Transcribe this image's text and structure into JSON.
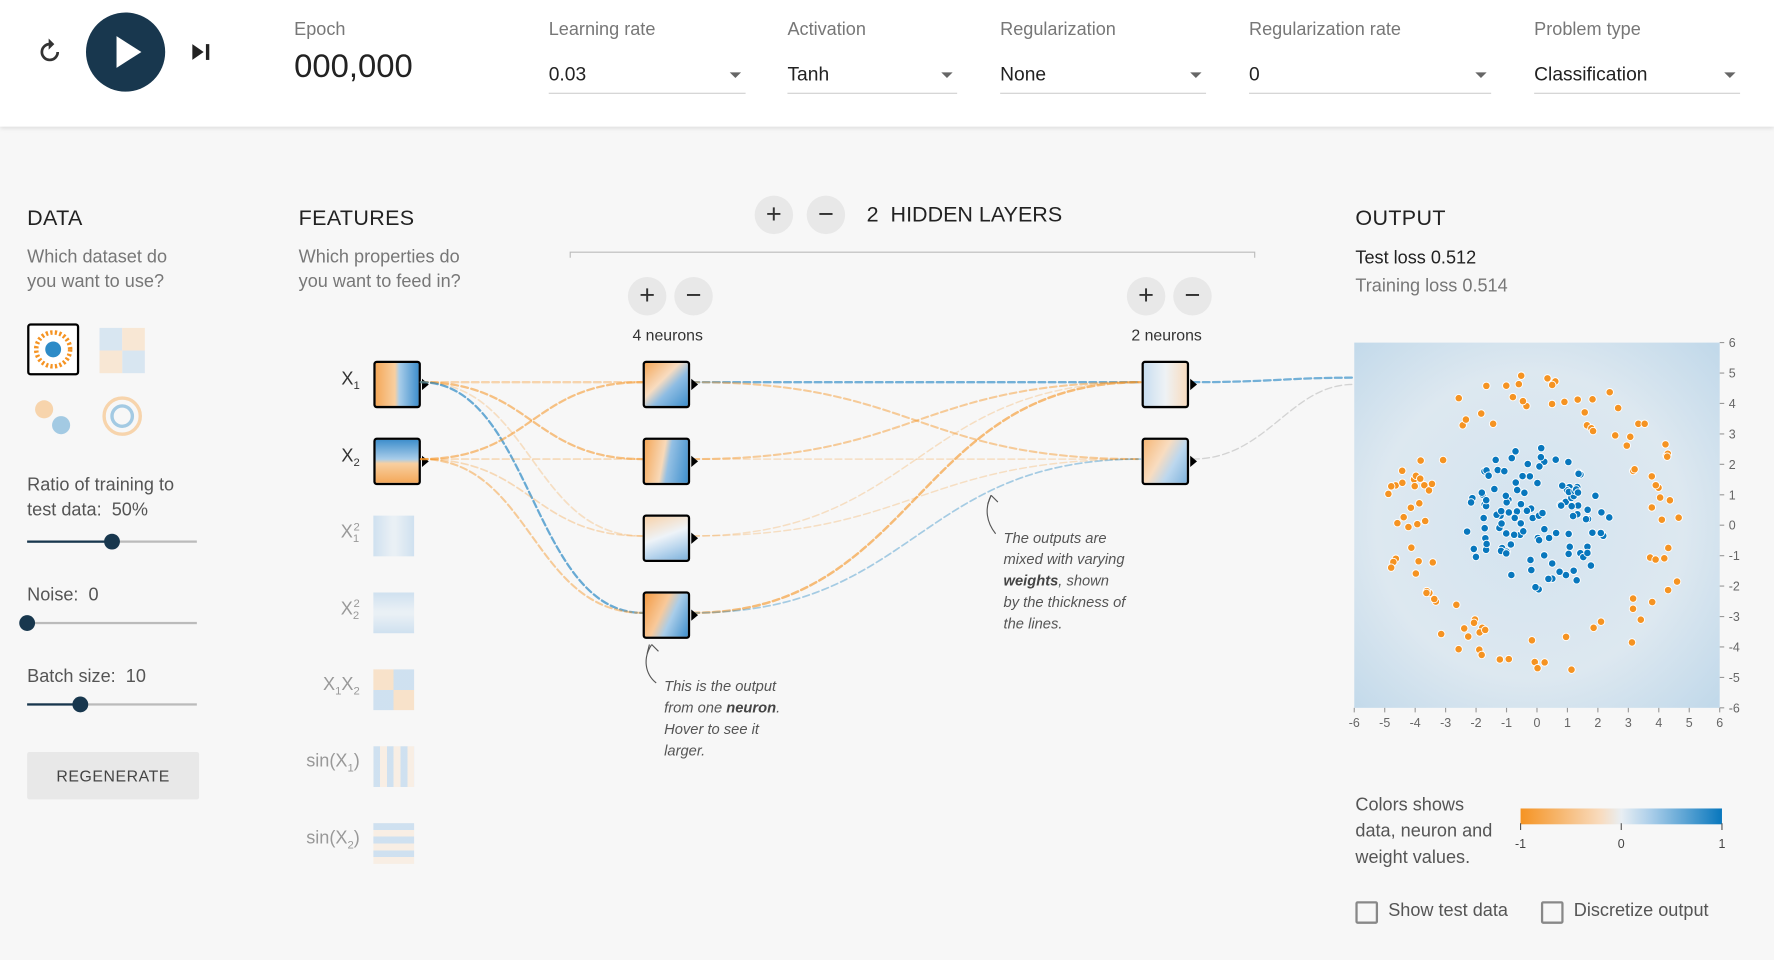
{
  "toolbar": {
    "epoch_label": "Epoch",
    "epoch_value": "000,000",
    "learning_rate_label": "Learning rate",
    "learning_rate_value": "0.03",
    "activation_label": "Activation",
    "activation_value": "Tanh",
    "regularization_label": "Regularization",
    "regularization_value": "None",
    "regularization_rate_label": "Regularization rate",
    "regularization_rate_value": "0",
    "problem_type_label": "Problem type",
    "problem_type_value": "Classification"
  },
  "data_panel": {
    "title": "DATA",
    "subtitle_line1": "Which dataset do",
    "subtitle_line2": "you want to use?",
    "ratio_line1": "Ratio of training to",
    "ratio_line2": "test data:",
    "ratio_value": "50%",
    "ratio_fraction": 0.5,
    "noise_label": "Noise:",
    "noise_value": "0",
    "noise_fraction": 0.0,
    "batch_label": "Batch size:",
    "batch_value": "10",
    "batch_fraction": 0.31,
    "regenerate_label": "REGENERATE"
  },
  "features_panel": {
    "title": "FEATURES",
    "subtitle_line1": "Which properties do",
    "subtitle_line2": "you want to feed in?",
    "features": [
      {
        "base": "X",
        "sub": "1",
        "sup": ""
      },
      {
        "base": "X",
        "sub": "2",
        "sup": ""
      },
      {
        "base": "X",
        "sub": "1",
        "sup": "2"
      },
      {
        "base": "X",
        "sub": "2",
        "sup": "2"
      },
      {
        "base": "X",
        "sub": "1",
        "sup": "",
        "base2": "X",
        "sub2": "2"
      },
      {
        "base": "sin(X",
        "sub": "1",
        "sup": "",
        "tail": ")"
      },
      {
        "base": "sin(X",
        "sub": "2",
        "sup": "",
        "tail": ")"
      }
    ]
  },
  "network": {
    "plus": "+",
    "minus": "−",
    "hidden_count": "2",
    "hidden_label": "HIDDEN LAYERS",
    "layer1_neurons": "4 neurons",
    "layer2_neurons": "2 neurons",
    "note1_line1": "This is the output",
    "note1_line2_pre": "from one ",
    "note1_bold": "neuron",
    "note1_line2_post": ".",
    "note1_line3": "Hover to see it",
    "note1_line4": "larger.",
    "note2_line1": "The outputs are",
    "note2_line2": "mixed with varying",
    "note2_bold": "weights",
    "note2_line3_post": ", shown",
    "note2_line4": "by the thickness of",
    "note2_line5": "the lines."
  },
  "output_panel": {
    "title": "OUTPUT",
    "test_loss_label": "Test loss",
    "test_loss_value": "0.512",
    "training_loss_label": "Training loss",
    "training_loss_value": "0.514",
    "x_ticks": [
      "-6",
      "-5",
      "-4",
      "-3",
      "-2",
      "-1",
      "0",
      "1",
      "2",
      "3",
      "4",
      "5",
      "6"
    ],
    "y_ticks": [
      "6",
      "5",
      "4",
      "3",
      "2",
      "1",
      "0",
      "-1",
      "-2",
      "-3",
      "-4",
      "-5",
      "-6"
    ],
    "legend_line1": "Colors shows",
    "legend_line2": "data, neuron and",
    "legend_line3": "weight values.",
    "legend_min": "-1",
    "legend_mid": "0",
    "legend_max": "1",
    "show_test_label": "Show test data",
    "discretize_label": "Discretize output"
  },
  "colors": {
    "orange": "#f59322",
    "blue": "#0877bd",
    "dark_navy": "#18374e"
  }
}
